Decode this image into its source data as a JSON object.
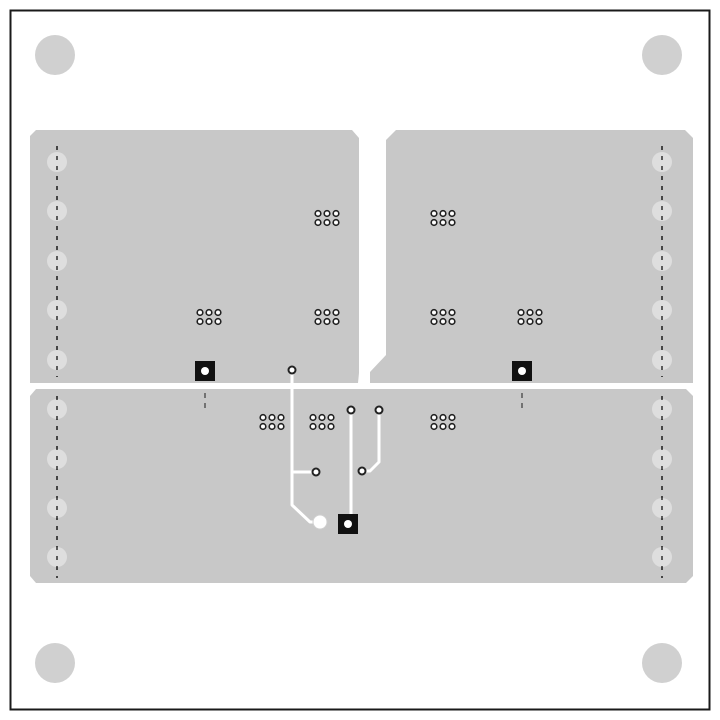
{
  "board": {
    "background": "#ffffff",
    "copper_color": "#c8c8c8",
    "outline_color": "#1a1a1a",
    "via_ring_color": "#222222",
    "trace_color": "#ffffff",
    "pad_color": "#111111"
  },
  "mounting_holes_count": 4,
  "copper_regions_count": 3,
  "via_clusters_count": 9,
  "square_pads_count": 3,
  "edge_stitch_columns_count": 2
}
